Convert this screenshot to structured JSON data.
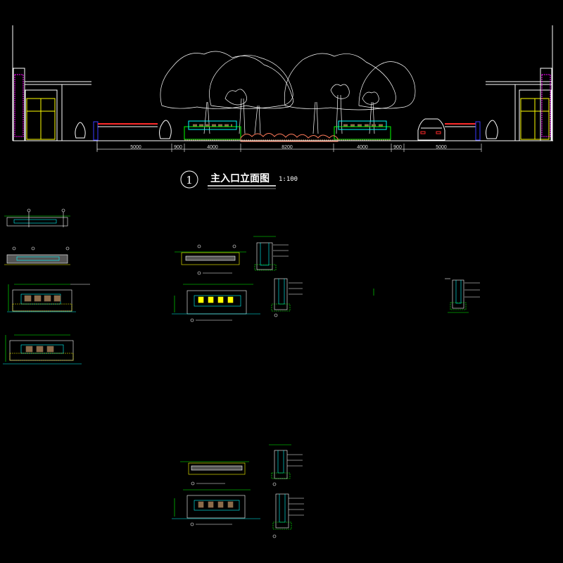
{
  "drawing": {
    "title": "主入口立面图",
    "scale": "1:100",
    "detail_number": "1",
    "dimensions": [
      "5000",
      "900",
      "4000",
      "8200",
      "4000",
      "900",
      "5000"
    ]
  },
  "colors": {
    "background": "#000000",
    "line": "#ffffff",
    "green": "#00ff00",
    "cyan": "#00ffff",
    "yellow": "#ffff00",
    "magenta": "#ff00ff",
    "red": "#ff2a2a",
    "blue": "#3a3aff",
    "brown": "#8b6b4a",
    "flowers": "#ff7a5a"
  }
}
